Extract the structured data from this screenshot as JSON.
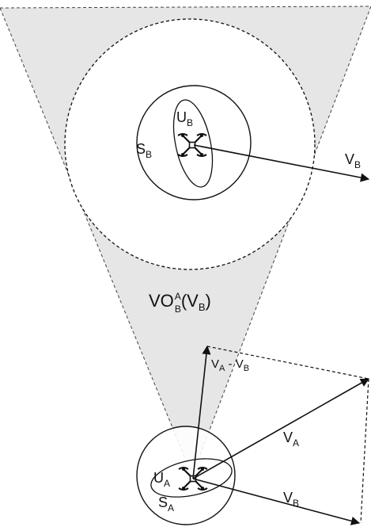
{
  "diagram": {
    "colors": {
      "cone_fill": "#e6e6e6",
      "line": "#111111",
      "dashed": "#333333"
    },
    "labels": {
      "u_b": {
        "base": "U",
        "sub": "B"
      },
      "s_b": {
        "base": "S",
        "sub": "B"
      },
      "v_b_top": {
        "base": "V",
        "sub": "B"
      },
      "vo": {
        "base": "VO",
        "sup": "A",
        "sub": "B",
        "arg_open": "(V",
        "arg_sub": "B",
        "arg_close": ")"
      },
      "va_minus_vb": {
        "base1": "V",
        "sub1": "A",
        "minus": " - V",
        "sub2": "B"
      },
      "v_a": {
        "base": "V",
        "sub": "A"
      },
      "u_a": {
        "base": "U",
        "sub": "A"
      },
      "s_a": {
        "base": "S",
        "sub": "A"
      },
      "v_b_bottom": {
        "base": "V",
        "sub": "B"
      }
    },
    "icons": [
      "drone-icon-b",
      "drone-icon-a"
    ]
  }
}
